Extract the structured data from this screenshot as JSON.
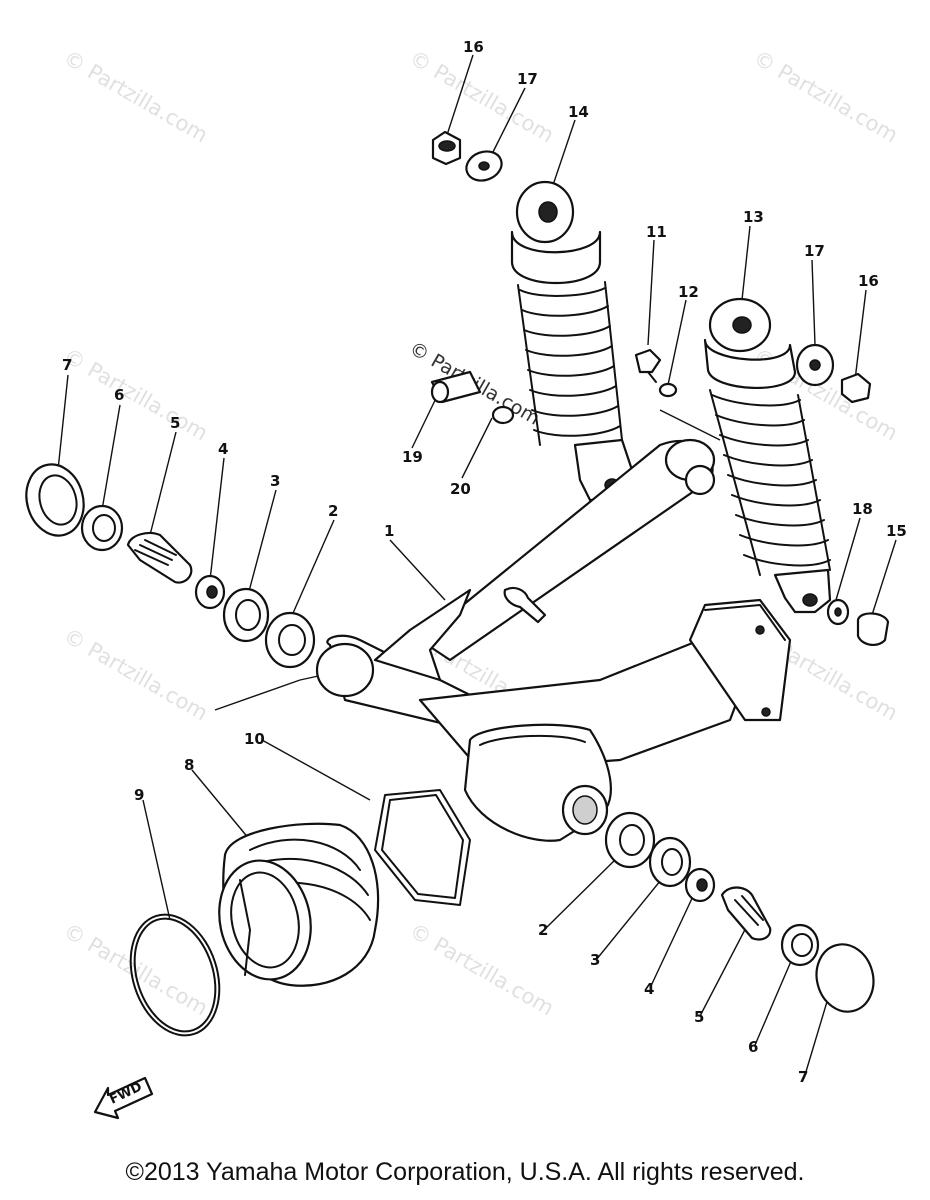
{
  "watermarks": [
    "© Partzilla.com",
    "© Partzilla.com",
    "© Partzilla.com",
    "© Partzilla.com",
    "© Partzilla.com",
    "© Partzilla.com",
    "© Partzilla.com",
    "© Partzilla.com",
    "© Partzilla.com",
    "© Partzilla.com"
  ],
  "center_watermark": "© Partzilla.com",
  "callouts": [
    "16",
    "17",
    "14",
    "13",
    "11",
    "12",
    "17",
    "16",
    "7",
    "6",
    "5",
    "4",
    "3",
    "2",
    "1",
    "19",
    "20",
    "18",
    "15",
    "10",
    "8",
    "9",
    "2",
    "3",
    "4",
    "5",
    "6",
    "7"
  ],
  "fwd_label": "FWD",
  "copyright": "©2013 Yamaha Motor Corporation, U.S.A. All rights reserved."
}
